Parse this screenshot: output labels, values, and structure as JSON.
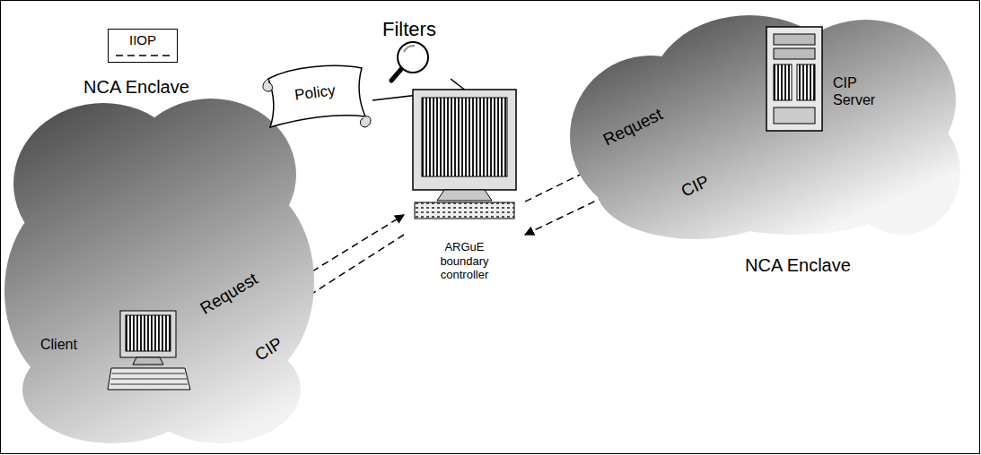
{
  "diagram": {
    "nodes": [
      {
        "text": [
          "NCA Enclave"
        ]
      },
      {
        "text": [
          "Client"
        ],
        "in": 0
      },
      {
        "text": [
          "Policy"
        ]
      },
      {
        "text": [
          "Filters"
        ]
      },
      {
        "text": [
          "ARGuE boundary controller"
        ]
      },
      {
        "text": [
          "NCA Enclave"
        ]
      },
      {
        "text": [
          "CIP Server"
        ],
        "in": 5
      }
    ],
    "edges": [
      {
        "from": 1,
        "to": 4,
        "label": "Request",
        "arrow": "to"
      },
      {
        "from": 4,
        "to": 1,
        "label": "CIP",
        "arrow": "to"
      },
      {
        "from": 4,
        "to": 6,
        "label": "Request",
        "arrow": "to"
      },
      {
        "from": 6,
        "to": 4,
        "label": "CIP",
        "arrow": "to"
      },
      {
        "from": 2,
        "to": 4,
        "arrow": "none"
      },
      {
        "from": 3,
        "to": 4,
        "arrow": "none"
      }
    ],
    "legend": [
      {
        "text": "IIOP"
      }
    ]
  }
}
